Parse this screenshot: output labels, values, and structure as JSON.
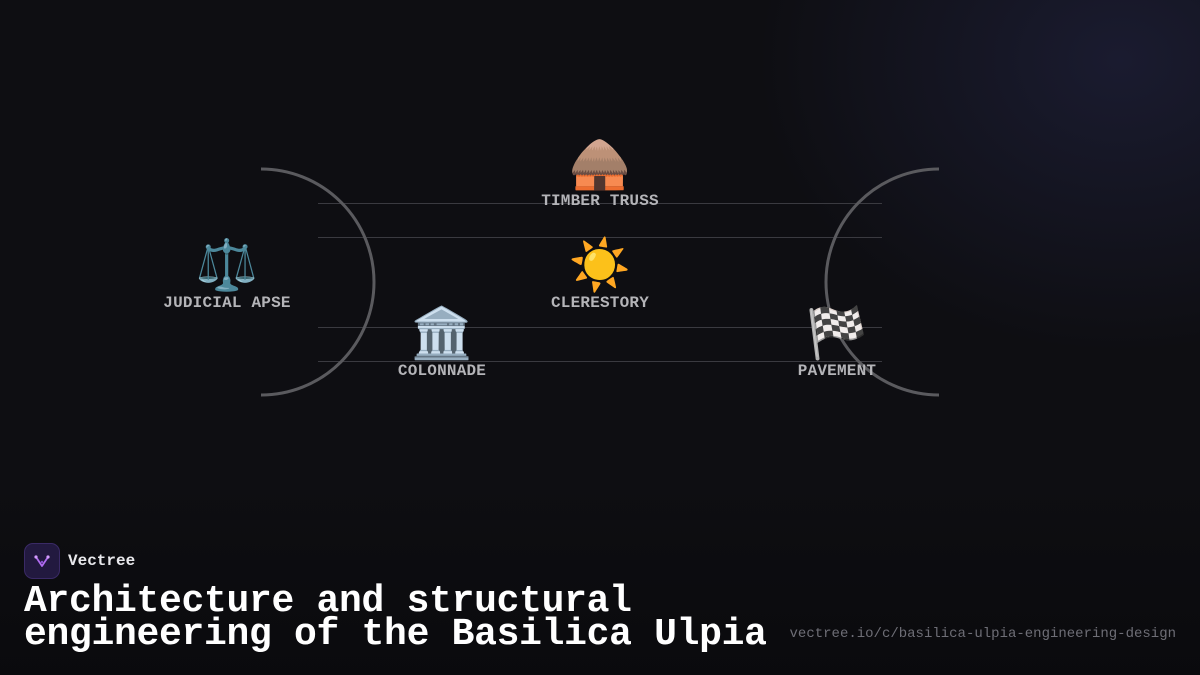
{
  "brand": {
    "name": "Vectree",
    "logo_icon": "vectree-logo-icon"
  },
  "title": "Architecture and structural engineering of the Basilica Ulpia",
  "url": "vectree.io/c/basilica-ulpia-engineering-design",
  "nodes": [
    {
      "id": "timber-truss",
      "label": "TIMBER TRUSS",
      "icon": "hut-icon",
      "glyph": "🛖"
    },
    {
      "id": "judicial-apse",
      "label": "JUDICIAL APSE",
      "icon": "balance-scale-icon",
      "glyph": "⚖️"
    },
    {
      "id": "clerestory",
      "label": "CLERESTORY",
      "icon": "sun-icon",
      "glyph": "☀️"
    },
    {
      "id": "colonnade",
      "label": "COLONNADE",
      "icon": "classical-building-icon",
      "glyph": "🏛️"
    },
    {
      "id": "pavement",
      "label": "PAVEMENT",
      "icon": "checkered-flag-icon",
      "glyph": "🏁"
    }
  ],
  "colors": {
    "background": "#0e0e12",
    "lines": "#3a3a40",
    "apse": "#5a5a5e",
    "label": "#b4b4b8",
    "title": "#ffffff",
    "url": "#6e6e76"
  }
}
